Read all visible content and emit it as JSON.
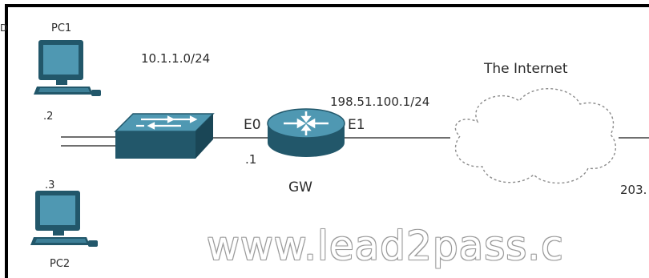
{
  "corner_mark": "D",
  "devices": {
    "pc1": {
      "label": "PC1",
      "icon": "desktop-pc-icon",
      "host_id": ".2"
    },
    "pc2": {
      "label": "PC2",
      "icon": "desktop-pc-icon",
      "host_id": ".3"
    },
    "switch": {
      "icon": "switch-icon"
    },
    "router": {
      "label": "GW",
      "icon": "router-icon",
      "host_id": ".1",
      "e0": "E0",
      "e1": "E1"
    },
    "cloud": {
      "label": "The Internet",
      "icon": "cloud-icon"
    }
  },
  "networks": {
    "lan": "10.1.1.0/24",
    "wan": "198.51.100.1/24",
    "remote_partial": "203."
  },
  "watermark": "www.lead2pass.c",
  "colors": {
    "device_teal": "#22576a",
    "device_light": "#4f98b2",
    "wire": "#6f6f6f",
    "frame": "#000000"
  }
}
